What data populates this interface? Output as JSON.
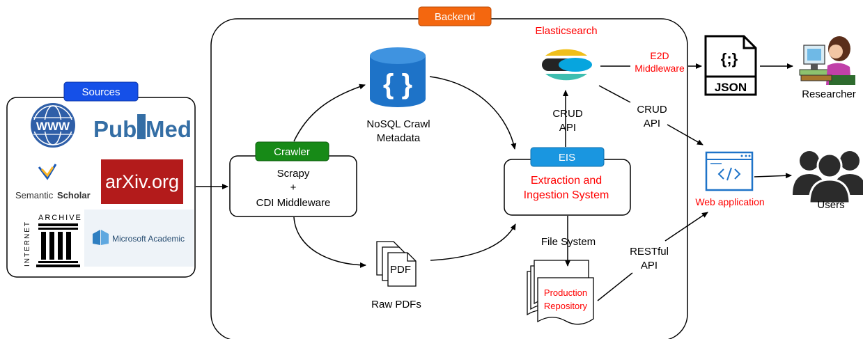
{
  "groups": {
    "backend": "Backend",
    "sources": "Sources"
  },
  "sources": {
    "www": "WWW",
    "pubmed_left": "Pub",
    "pubmed_right": "Med",
    "semantic_scholar_a": "Semantic",
    "semantic_scholar_b": "Scholar",
    "arxiv": "arXiv.org",
    "internet_archive_top": "ARCHIVE",
    "internet_archive_side": "INTERNET",
    "microsoft_academic": "Microsoft Academic"
  },
  "nodes": {
    "crawler_tag": "Crawler",
    "crawler_line1": "Scrapy",
    "crawler_line2": "+",
    "crawler_line3": "CDI Middleware",
    "nosql_line1": "NoSQL Crawl",
    "nosql_line2": "Metadata",
    "raw_pdfs": "Raw PDFs",
    "pdf_icon": "PDF",
    "elasticsearch": "Elasticsearch",
    "eis_tag": "EIS",
    "eis_line1": "Extraction and",
    "eis_line2": "Ingestion System",
    "repo_line1": "Production",
    "repo_line2": "Repository",
    "json_icon": "JSON",
    "json_braces": "{;}",
    "researcher": "Researcher",
    "web_application": "Web application",
    "users": "Users"
  },
  "edge_labels": {
    "e2d_line1": "E2D",
    "e2d_line2": "Middleware",
    "crud_es_line1": "CRUD",
    "crud_es_line2": "API",
    "crud_web_line1": "CRUD",
    "crud_web_line2": "API",
    "file_system": "File System",
    "restful_line1": "RESTful",
    "restful_line2": "API"
  },
  "colors": {
    "backend_tag": "#f4670f",
    "sources_tag": "#1550e8",
    "crawler_tag": "#178a17",
    "eis_tag": "#1a96e0",
    "red_text": "#ff0000",
    "nosql_db": "#1e73c8",
    "arxiv_bg": "#b31b1b",
    "web_app": "#1e73c8",
    "users": "#2b2b2b"
  }
}
